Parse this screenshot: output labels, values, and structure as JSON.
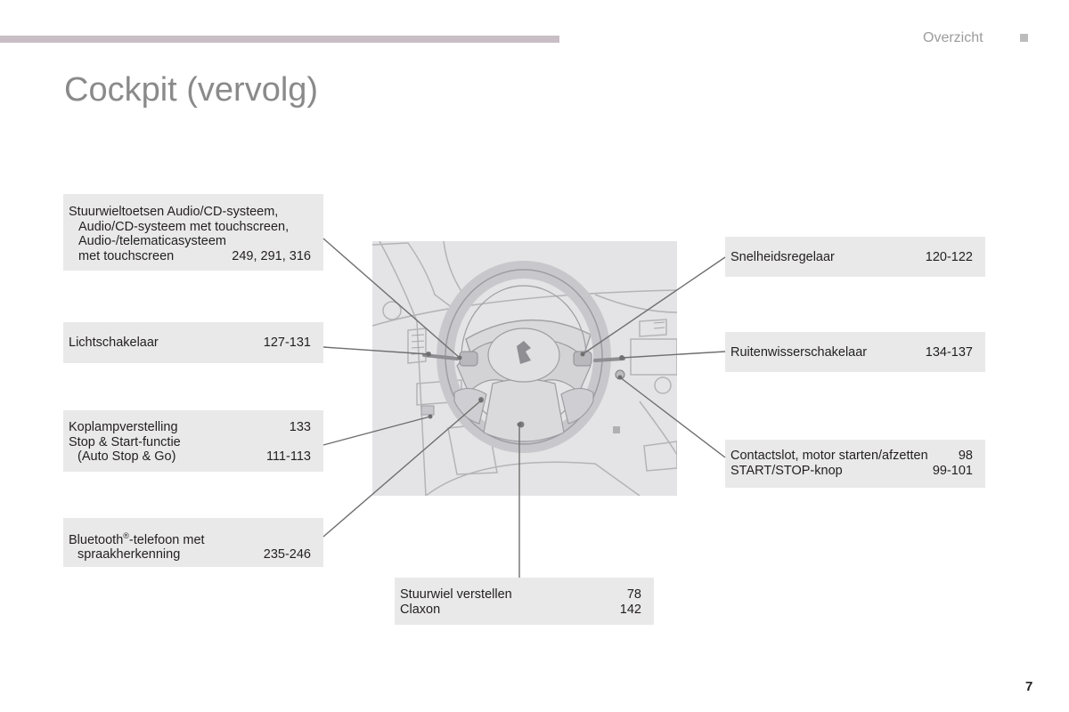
{
  "header": {
    "section": "Overzicht",
    "title": "Cockpit (vervolg)"
  },
  "page_number": "7",
  "callouts": {
    "steering_audio": {
      "line1": "Stuurwieltoetsen Audio/CD-systeem,",
      "line2": "Audio/CD-systeem met touchscreen,",
      "line3": "Audio-/telematicasysteem",
      "line4": "met touchscreen",
      "ref": "249, 291, 316"
    },
    "lights": {
      "label": "Lichtschakelaar",
      "ref": "127-131"
    },
    "headlamp": {
      "label1": "Koplampverstelling",
      "ref1": "133",
      "label2": "Stop & Start-functie",
      "label3": "(Auto Stop & Go)",
      "ref3": "111-113"
    },
    "bluetooth": {
      "label1": "Bluetooth",
      "sup": "®",
      "label1b": "-telefoon met",
      "label2": "spraakherkenning",
      "ref": "235-246"
    },
    "wheel_adjust": {
      "label1": "Stuurwiel verstellen",
      "ref1": "78",
      "label2": "Claxon",
      "ref2": "142"
    },
    "cruise": {
      "label": "Snelheidsregelaar",
      "ref": "120-122"
    },
    "wipers": {
      "label": "Ruitenwisserschakelaar",
      "ref": "134-137"
    },
    "ignition": {
      "label1": "Contactslot, motor starten/afzetten",
      "ref1": "98",
      "label2": "START/STOP-knop",
      "ref2": "99-101"
    }
  },
  "colors": {
    "accent_bar": "#c9bec4",
    "callout_bg": "#e9e9ea",
    "title": "#8a8a8a",
    "illustration_bg": "#e4e4e6",
    "leader_line": "#6f6f6f"
  }
}
